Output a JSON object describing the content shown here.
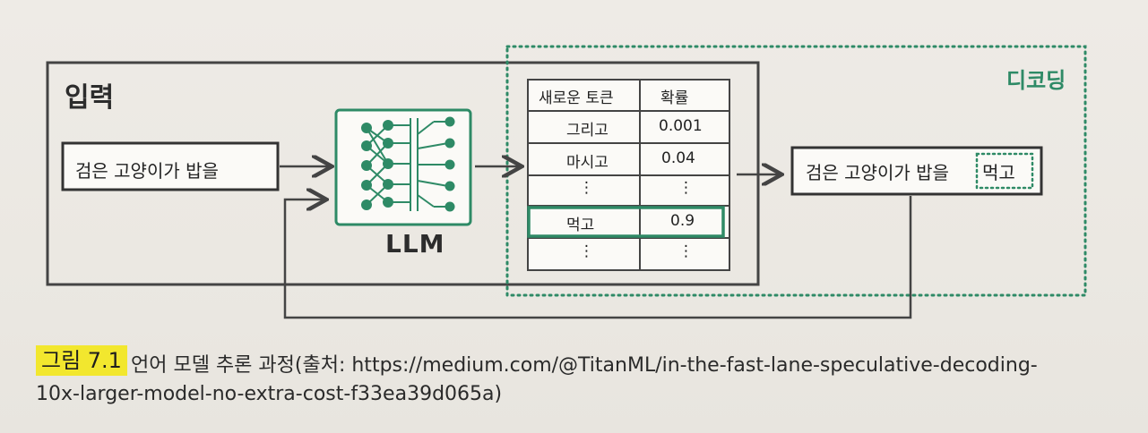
{
  "diagram": {
    "input_section_title": "입력",
    "decoding_section_title": "디코딩",
    "input_sentence": "검은 고양이가 밥을",
    "model_label": "LLM",
    "table": {
      "headers": [
        "새로운 토큰",
        "확률"
      ],
      "rows": [
        {
          "token": "그리고",
          "prob": "0.001"
        },
        {
          "token": "마시고",
          "prob": "0.04"
        },
        {
          "token": "⋮",
          "prob": "⋮"
        },
        {
          "token": "먹고",
          "prob": "0.9"
        },
        {
          "token": "⋮",
          "prob": "⋮"
        }
      ],
      "selected_row": 3
    },
    "output_sentence": "검은 고양이가 밥을",
    "output_new_token": "먹고"
  },
  "caption": {
    "figure_number": "그림 7.1",
    "line1": "언어 모델 추론 과정(출처: https://medium.com/@TitanML/in-the-fast-lane-speculative-decoding-",
    "line2": "10x-larger-model-no-extra-cost-f33ea39d065a)"
  },
  "colors": {
    "accent_green": "#2e8a66",
    "box_stroke": "#333333",
    "highlight_yellow": "#f2e72e"
  },
  "icons": {
    "model": "neural-network-icon"
  }
}
